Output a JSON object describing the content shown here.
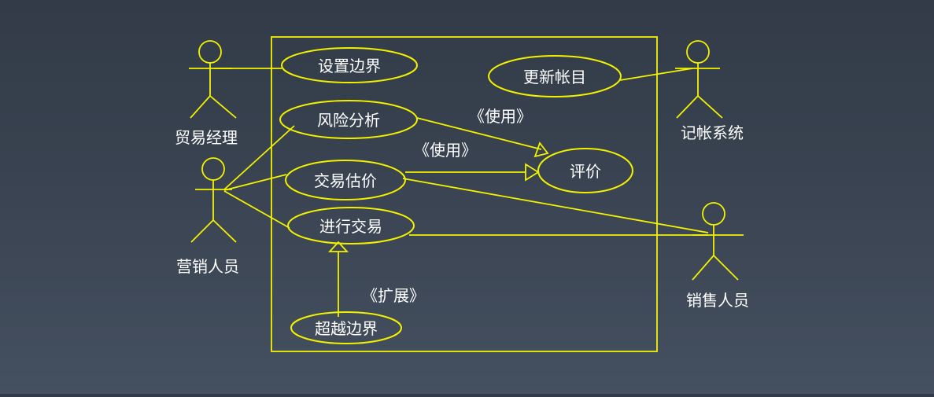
{
  "colors": {
    "stroke": "#f2f200",
    "text": "#ffffff",
    "background_top": "#323b47",
    "background_bottom": "#455060"
  },
  "actors": {
    "trade_manager": "贸易经理",
    "marketing": "营销人员",
    "accounting_system": "记帐系统",
    "salesperson": "销售人员"
  },
  "use_cases": {
    "set_limits": "设置边界",
    "update_accounts": "更新帐目",
    "risk_analysis": "风险分析",
    "valuation": "评价",
    "price_deal": "交易估价",
    "capture_deal": "进行交易",
    "limits_exceeded": "超越边界"
  },
  "relationships": {
    "uses_1": "《使用》",
    "uses_2": "《使用》",
    "extends": "《扩展》"
  }
}
